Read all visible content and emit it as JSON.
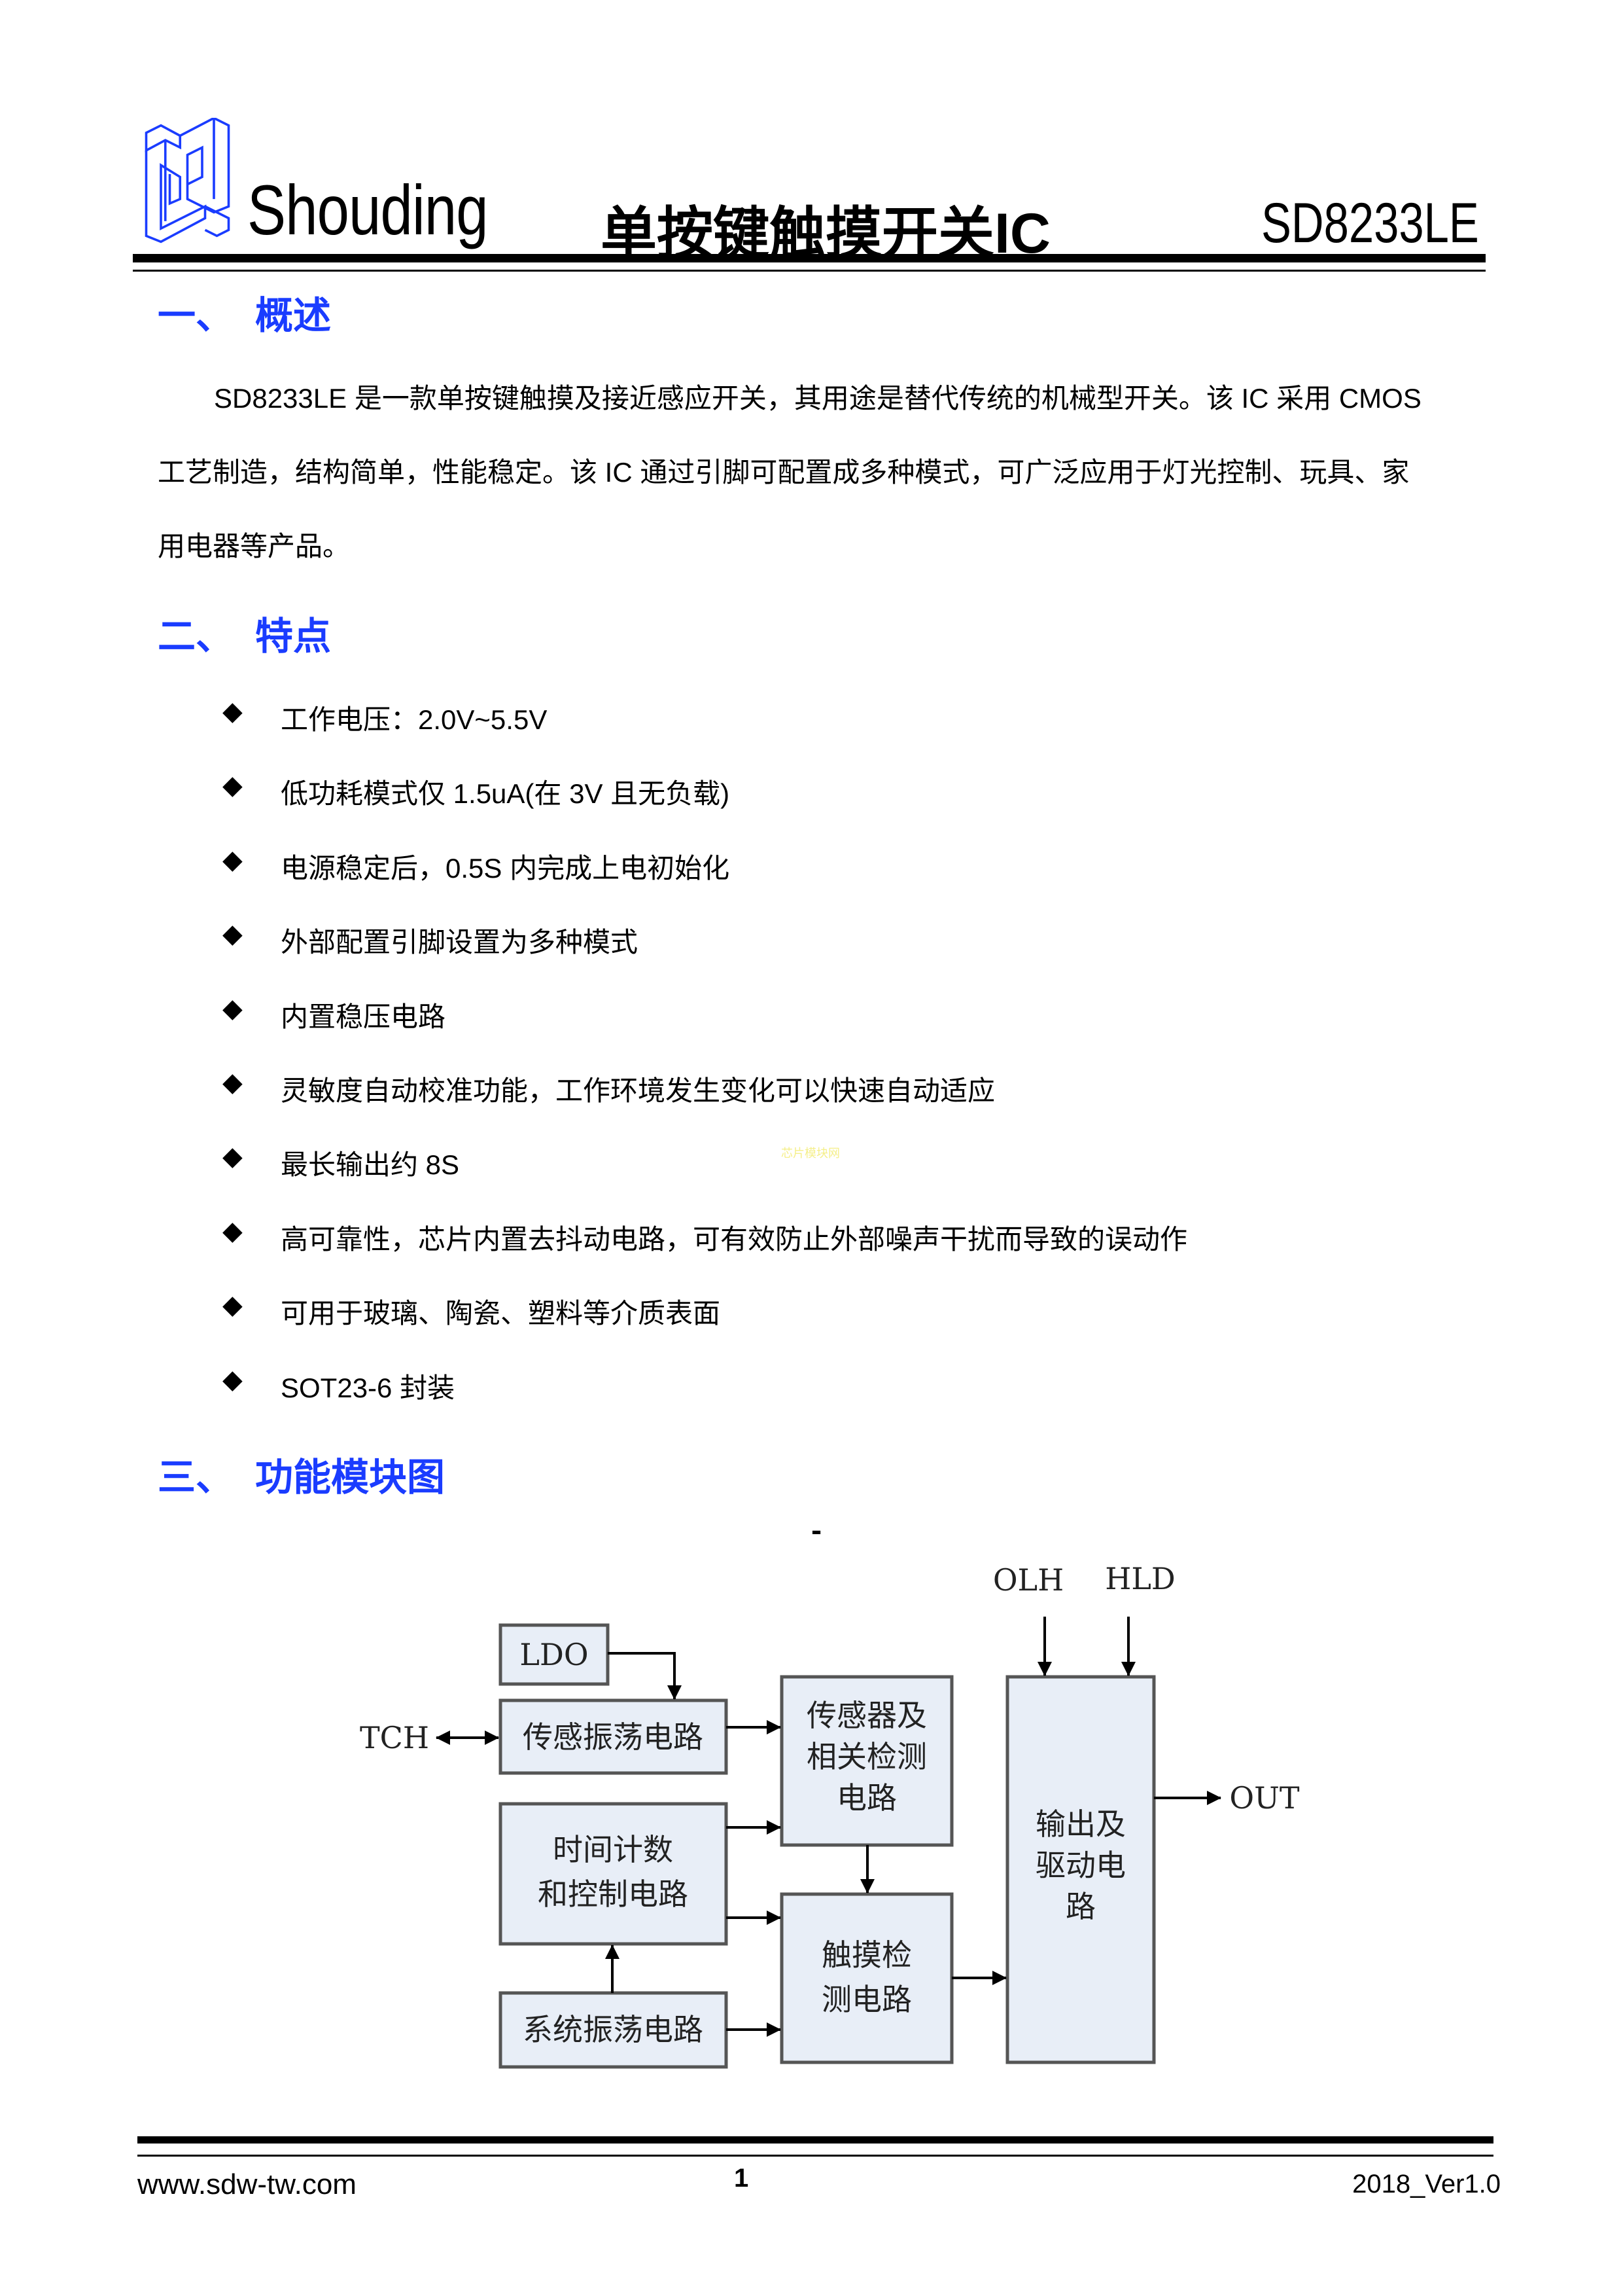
{
  "header": {
    "brand": "Shouding",
    "title": "单按键触摸开关IC",
    "part_number": "SD8233LE",
    "logo_color": "#1a3cff"
  },
  "sections": [
    {
      "number": "一、",
      "title": "概述",
      "paragraph_lines": [
        "SD8233LE 是一款单按键触摸及接近感应开关，其用途是替代传统的机械型开关。该 IC 采用 CMOS",
        "工艺制造，结构简单，性能稳定。该 IC 通过引脚可配置成多种模式，可广泛应用于灯光控制、玩具、家",
        "用电器等产品。"
      ]
    },
    {
      "number": "二、",
      "title": "特点",
      "bullets": [
        "工作电压：2.0V~5.5V",
        "低功耗模式仅 1.5uA(在 3V 且无负载)",
        "电源稳定后，0.5S 内完成上电初始化",
        "外部配置引脚设置为多种模式",
        "内置稳压电路",
        "灵敏度自动校准功能，工作环境发生变化可以快速自动适应",
        "最长输出约 8S",
        "高可靠性，芯片内置去抖动电路，可有效防止外部噪声干扰而导致的误动作",
        "可用于玻璃、陶瓷、塑料等介质表面",
        "SOT23-6 封装"
      ]
    },
    {
      "number": "三、",
      "title": "功能模块图"
    }
  ],
  "bullet_symbol": "◆",
  "watermark": "芯片模块网",
  "diagram": {
    "dash": "-",
    "box_fill": "#e8eef7",
    "ldo": "LDO",
    "sense_osc": "传感振荡电路",
    "timer_lines": [
      "时间计数",
      "和控制电路"
    ],
    "sys_osc": "系统振荡电路",
    "sensor_detect_lines": [
      "传感器及",
      "相关检测",
      "电路"
    ],
    "touch_detect_lines": [
      "触摸检",
      "测电路"
    ],
    "output_lines": [
      "输出及",
      "驱动电",
      "路"
    ],
    "pin_tch": "TCH",
    "pin_olh": "OLH",
    "pin_hld": "HLD",
    "pin_out": "OUT"
  },
  "footer": {
    "website": "www.sdw-tw.com",
    "page": "1",
    "version": "2018_Ver1.0"
  }
}
